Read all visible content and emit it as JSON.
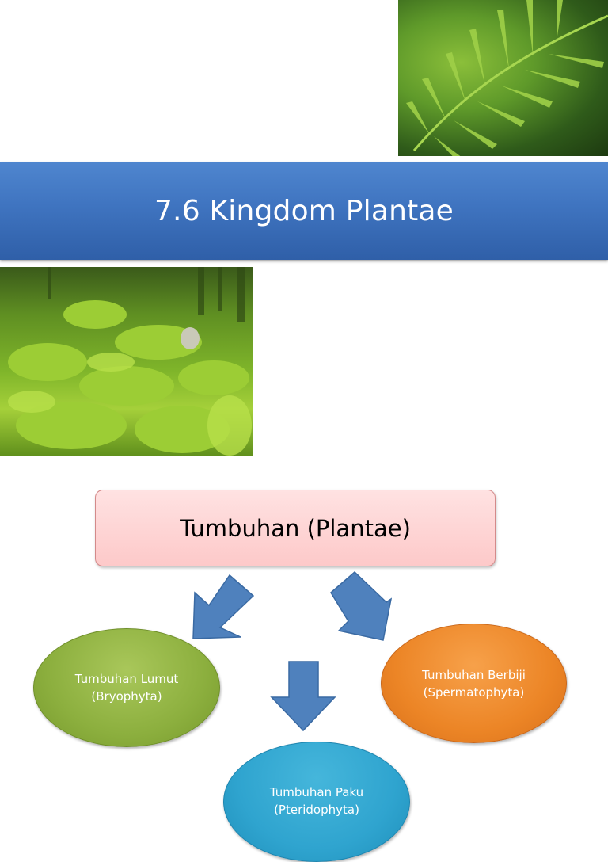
{
  "title": "7.6 Kingdom Plantae",
  "diagram": {
    "root": "Tumbuhan (Plantae)",
    "lumut": {
      "line1": "Tumbuhan Lumut",
      "line2": "(Bryophyta)"
    },
    "berbiji": {
      "line1": "Tumbuhan Berbiji",
      "line2": "(Spermatophyta)"
    },
    "paku": {
      "line1": "Tumbuhan Paku",
      "line2": "(Pteridophyta)"
    }
  },
  "colors": {
    "banner": "#3f74c0",
    "arrow": "#4f81bd",
    "lumut": "#8caf3e",
    "berbiji": "#ec8526",
    "paku": "#2fa4cf",
    "root_box": "#fdc9c9"
  }
}
